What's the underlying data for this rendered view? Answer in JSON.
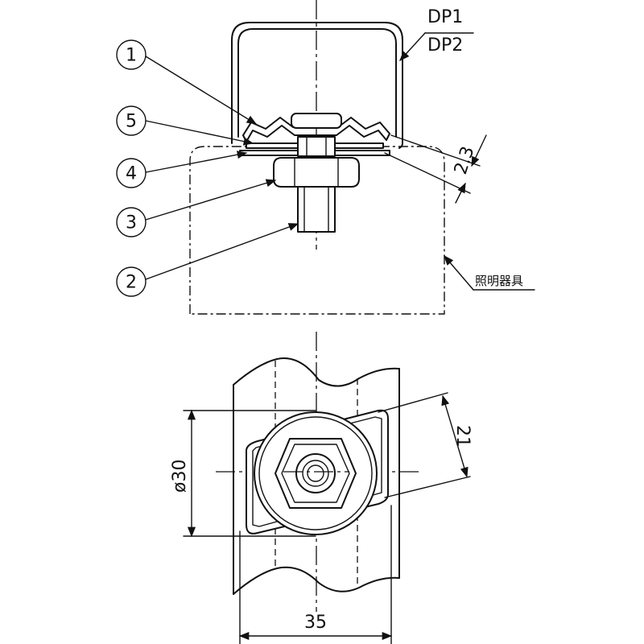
{
  "labels": {
    "dp1": "DP1",
    "dp2": "DP2",
    "fixture": "照明器具",
    "gap": "2.3",
    "width_21": "21",
    "diameter": "ø30",
    "width_35": "35"
  },
  "parts": [
    {
      "number": "1"
    },
    {
      "number": "5"
    },
    {
      "number": "4"
    },
    {
      "number": "3"
    },
    {
      "number": "2"
    }
  ]
}
